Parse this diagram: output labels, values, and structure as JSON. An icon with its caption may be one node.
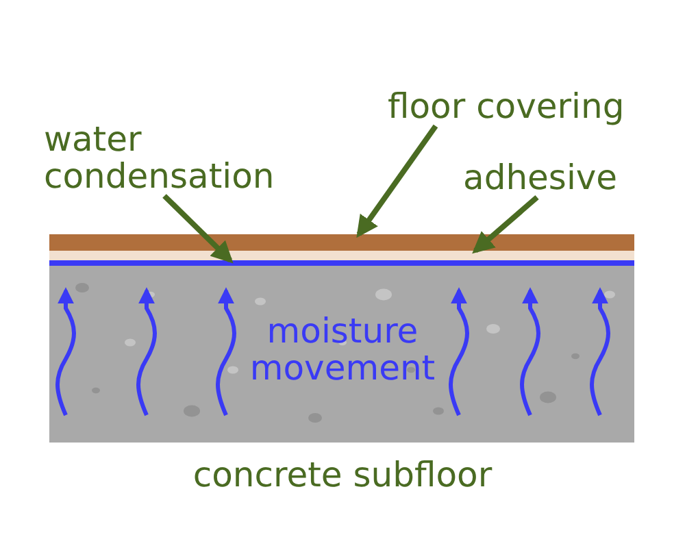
{
  "diagram": {
    "nodes": [
      {
        "text": [
          "floor covering"
        ]
      },
      {
        "text": [
          "water condensation"
        ]
      },
      {
        "text": [
          "adhesive"
        ]
      },
      {
        "text": [],
        "shape": "bar"
      },
      {
        "text": [],
        "shape": "bar"
      },
      {
        "text": [],
        "shape": "bar"
      }
    ],
    "edges": [
      {
        "from": 0,
        "to": 3,
        "arrow": "to"
      },
      {
        "from": 1,
        "to": 5,
        "arrow": "to"
      },
      {
        "from": 2,
        "to": 4,
        "arrow": "to"
      }
    ],
    "labels": [
      "moisture movement",
      "concrete subfloor"
    ]
  }
}
